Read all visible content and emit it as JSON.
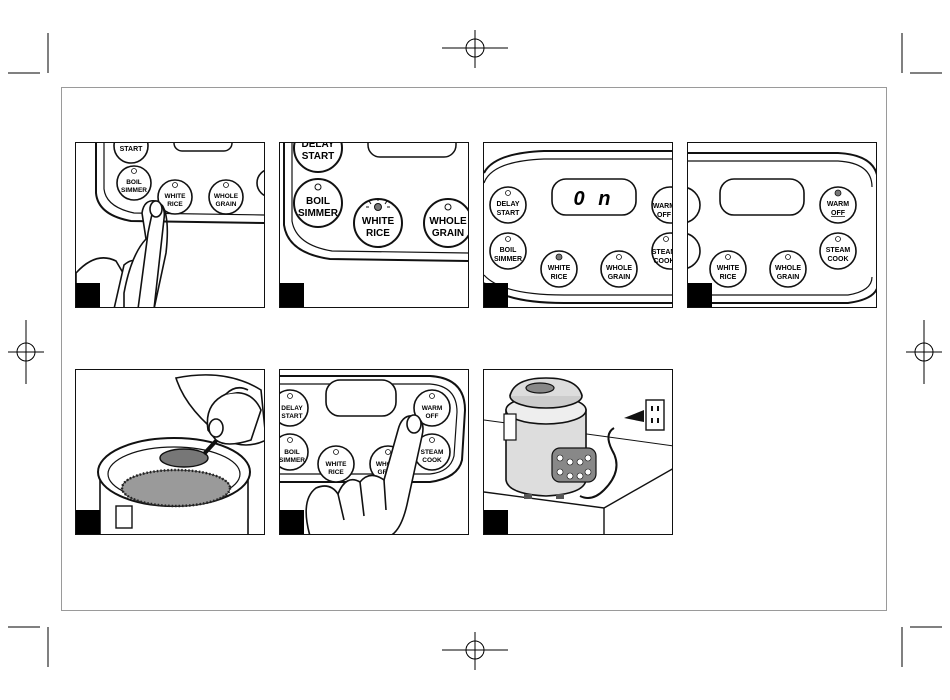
{
  "buttons": {
    "delay": [
      "DELAY",
      "START"
    ],
    "boil": [
      "BOIL",
      "SIMMER"
    ],
    "white": [
      "WHITE",
      "RICE"
    ],
    "whole": [
      "WHOLE",
      "GRAIN"
    ],
    "warm": [
      "WARM",
      "OFF"
    ],
    "steam": [
      "STEAM",
      "COOK"
    ]
  },
  "display": {
    "text": "0 n"
  },
  "colors": {
    "ink": "#111111",
    "panel_bg": "#ffffff",
    "frame": "#9a9a9a",
    "badge": "#000000"
  }
}
